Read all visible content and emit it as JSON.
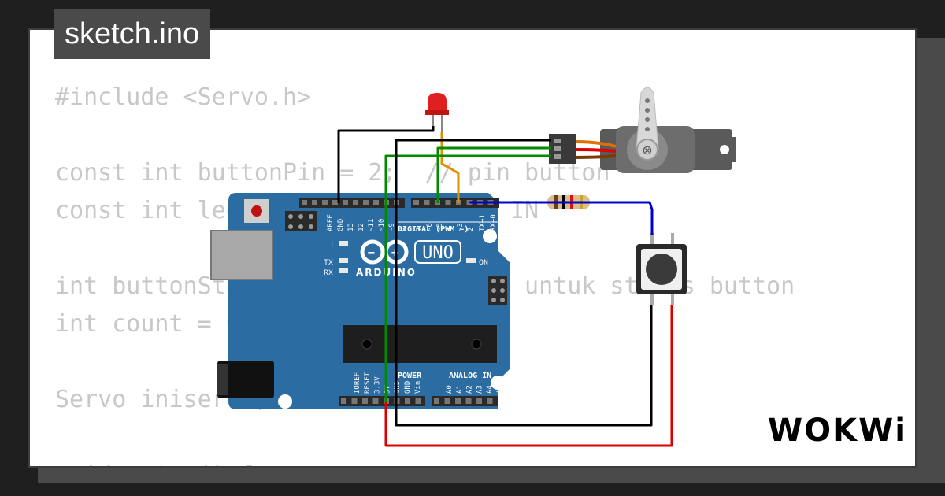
{
  "tab": {
    "title": "sketch.ino"
  },
  "code": {
    "lines": [
      "#include <Servo.h>",
      "",
      "const int buttonPin = 2;  // pin button",
      "const int ledPin = 13; // Built IN",
      "",
      "int buttonState = 0; // variabel untuk status button",
      "int count = 0;",
      "",
      "Servo iniservo;",
      "",
      "void setup() {"
    ]
  },
  "board": {
    "model_label": "UNO",
    "brand_label": "ARDUINO",
    "digital_label": "DIGITAL (PWM ~)",
    "power_label": "POWER",
    "analog_label": "ANALOG IN",
    "on_label": "ON",
    "led_labels": [
      "L",
      "TX",
      "RX"
    ],
    "top_pins": [
      "AREF",
      "GND",
      "13",
      "12",
      "~11",
      "~10",
      "~9",
      "8",
      "7",
      "~6",
      "~5",
      "4",
      "~3",
      "2",
      "TX→1",
      "RX←0"
    ],
    "power_pins": [
      "IOREF",
      "RESET",
      "3.3V",
      "5V",
      "GND",
      "GND",
      "Vin"
    ],
    "analog_pins": [
      "A0",
      "A1",
      "A2",
      "A3",
      "A4",
      "A5"
    ]
  },
  "brand": {
    "logo": "WOKWi"
  },
  "colors": {
    "board": "#2b6ca3",
    "wire_black": "#000000",
    "wire_green": "#008a00",
    "wire_blue": "#0000cc",
    "wire_red": "#dd0000",
    "wire_orange": "#e09000",
    "led": "#e02020"
  }
}
